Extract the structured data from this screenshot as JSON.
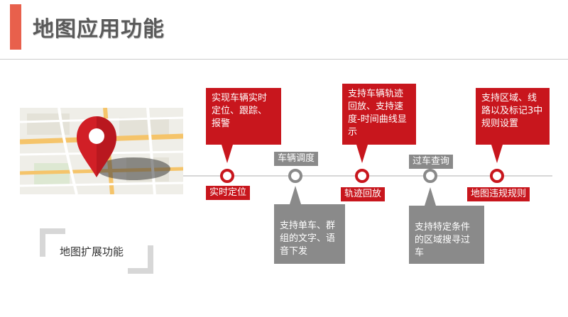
{
  "slide": {
    "title": "地图应用功能",
    "extension_label": "地图扩展功能"
  },
  "timeline": {
    "nodes": [
      {
        "label": "实时定位",
        "style": "red",
        "callout": "实现车辆实时定位、跟踪、报警",
        "callout_side": "above"
      },
      {
        "label": "车辆调度",
        "style": "gray",
        "callout": "支持单车、群组的文字、语音下发",
        "callout_side": "below"
      },
      {
        "label": "轨迹回放",
        "style": "red",
        "callout": "支持车辆轨迹回放、支持速度-时间曲线显示",
        "callout_side": "above"
      },
      {
        "label": "过车查询",
        "style": "gray",
        "callout": "支持特定条件的区域搜寻过车",
        "callout_side": "below"
      },
      {
        "label": "地图违规规则",
        "style": "red",
        "callout": "支持区域、线路以及标记3中规则设置",
        "callout_side": "above"
      }
    ]
  },
  "colors": {
    "accent_red": "#c8161d",
    "accent_gray": "#8a8a8a",
    "title_bar": "#e8604c",
    "title_text": "#5a5a5a"
  },
  "icons": {
    "map_pin": "map-pin-icon"
  }
}
